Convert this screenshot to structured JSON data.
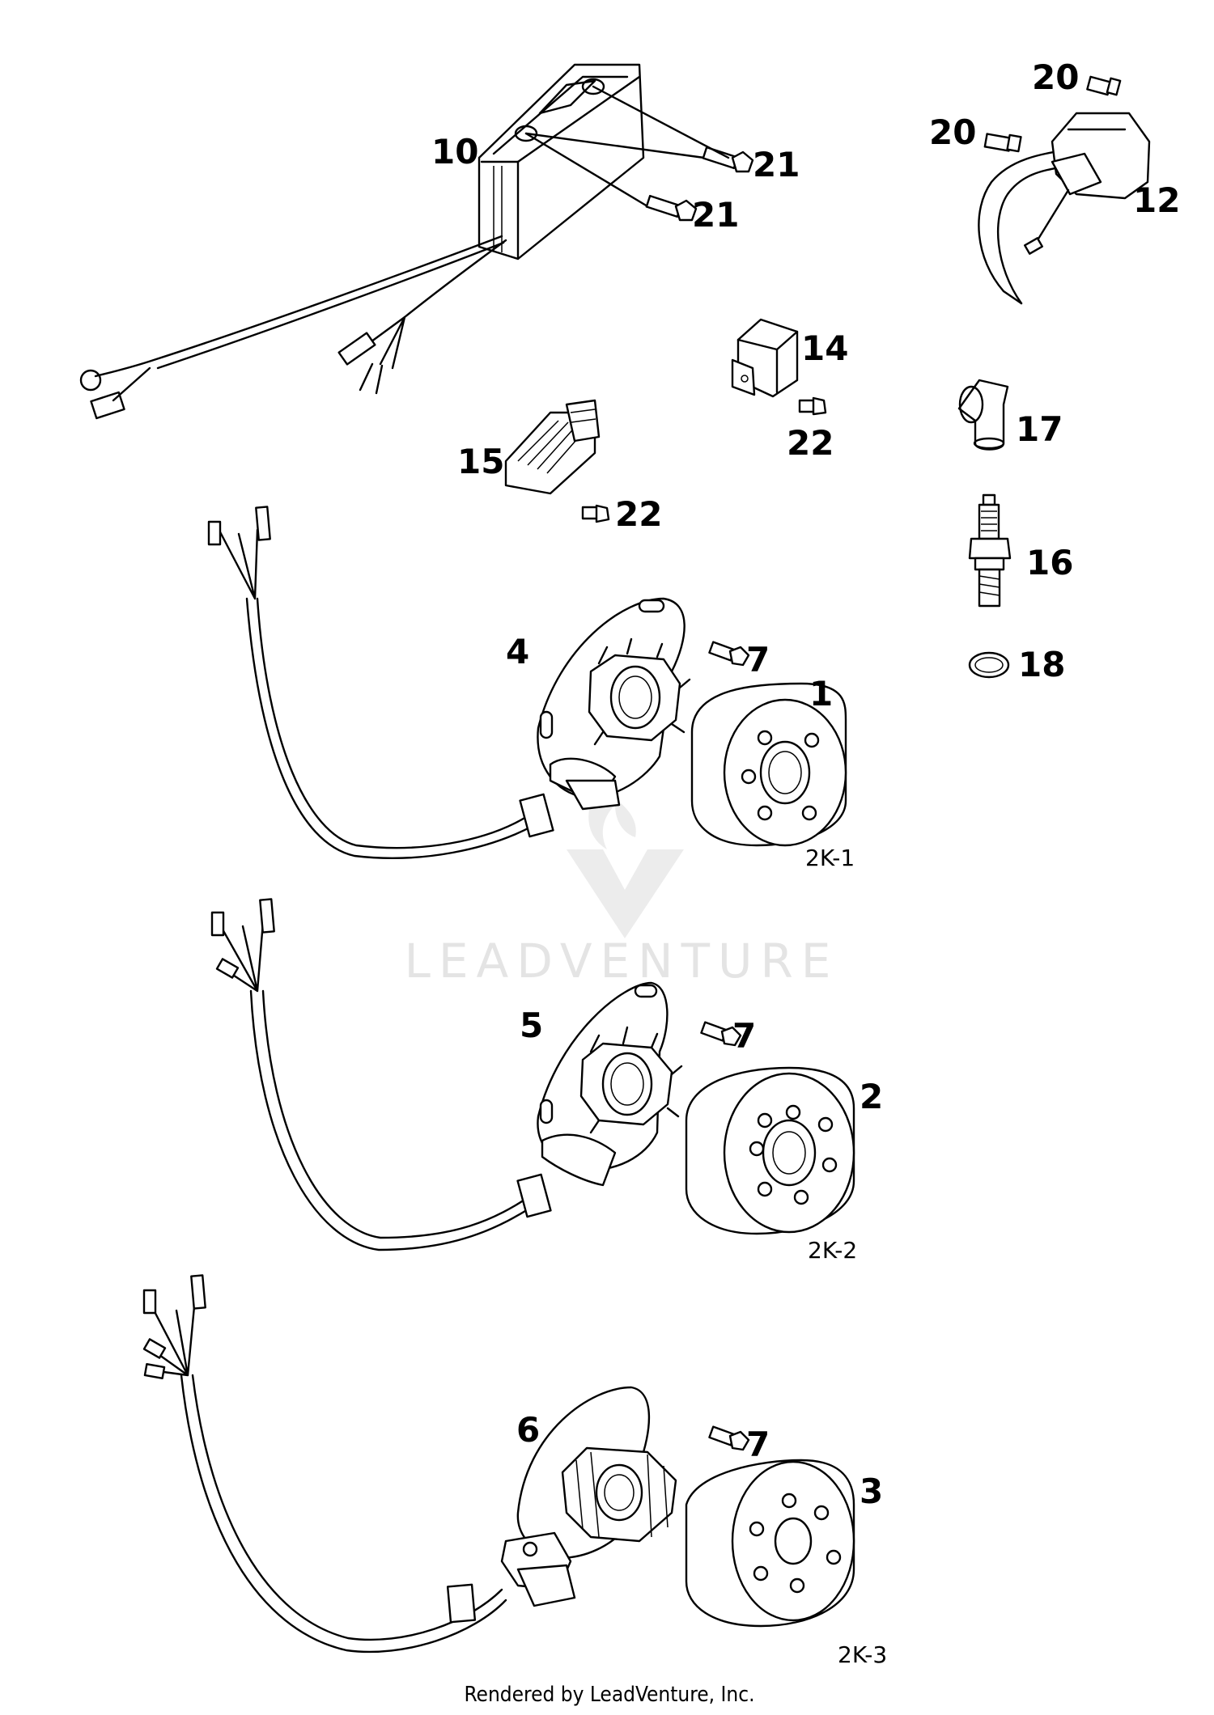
{
  "callouts": {
    "c1": "1",
    "c2": "2",
    "c3": "3",
    "c4": "4",
    "c5": "5",
    "c6": "6",
    "c7a": "7",
    "c7b": "7",
    "c7c": "7",
    "c10": "10",
    "c12": "12",
    "c14": "14",
    "c15": "15",
    "c16": "16",
    "c17": "17",
    "c18": "18",
    "c20a": "20",
    "c20b": "20",
    "c21a": "21",
    "c21b": "21",
    "c22a": "22",
    "c22b": "22"
  },
  "variants": {
    "v1": "2K-1",
    "v2": "2K-2",
    "v3": "2K-3"
  },
  "watermark": {
    "text": "LEADVENTURE"
  },
  "footer": {
    "text": "Rendered by LeadVenture, Inc."
  }
}
